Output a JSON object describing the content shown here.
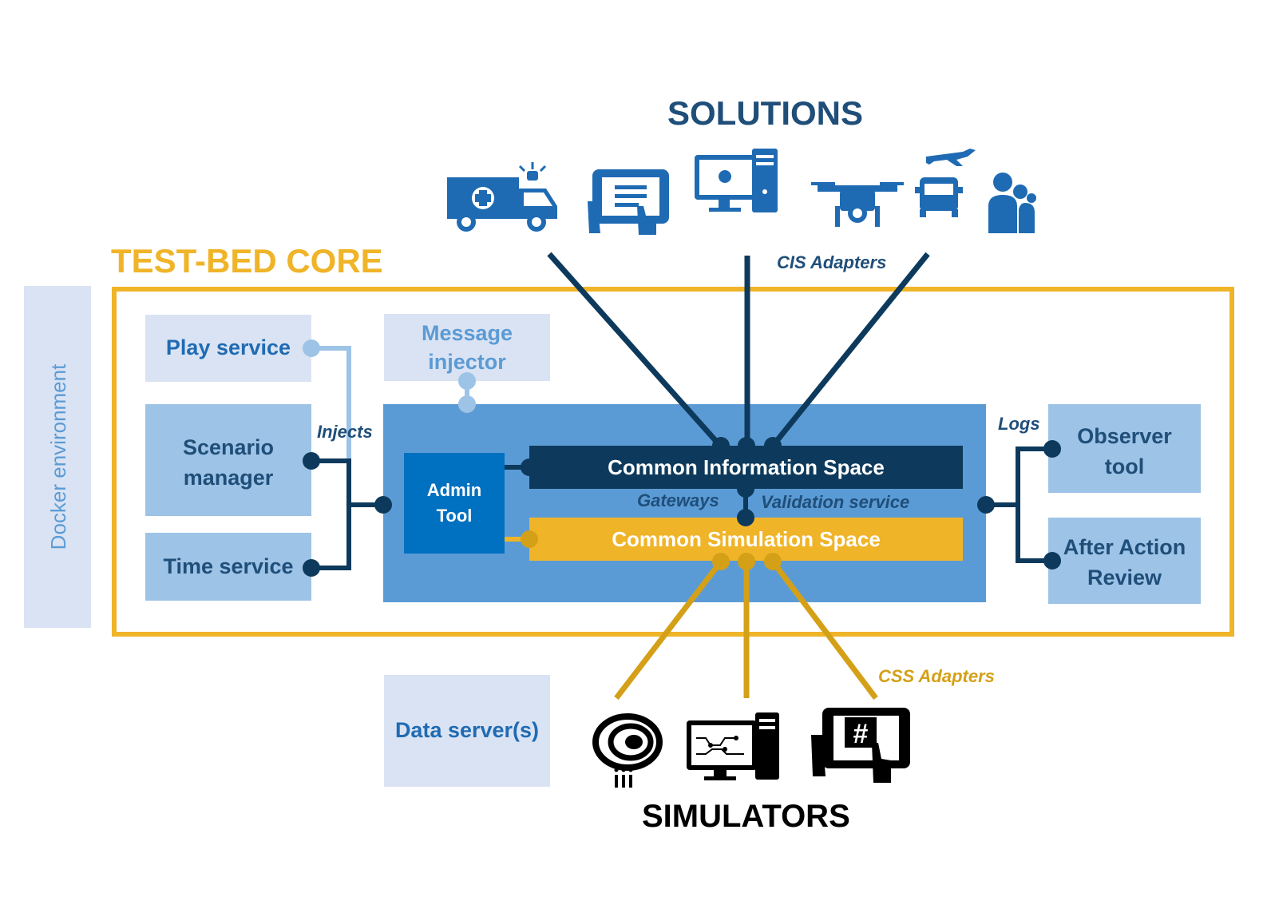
{
  "titles": {
    "solutions": "SOLUTIONS",
    "testbed_core": "TEST-BED CORE",
    "simulators": "SIMULATORS",
    "docker": "Docker environment"
  },
  "boxes": {
    "play_service": "Play service",
    "message_injector": [
      "Message",
      "injector"
    ],
    "scenario_manager": [
      "Scenario",
      "manager"
    ],
    "time_service": "Time service",
    "admin_tool": [
      "Admin",
      "Tool"
    ],
    "cis": "Common Information Space",
    "css": "Common Simulation Space",
    "observer_tool": [
      "Observer",
      "tool"
    ],
    "after_action_review": [
      "After Action",
      "Review"
    ],
    "data_servers": "Data server(s)"
  },
  "labels": {
    "injects": "Injects",
    "logs": "Logs",
    "gateways": "Gateways",
    "validation_service": "Validation service",
    "cis_adapters": "CIS Adapters",
    "css_adapters": "CSS Adapters"
  },
  "solution_icons": [
    "ambulance-icon",
    "tablet-touch-icon",
    "desktop-computer-icon",
    "drone-icon",
    "truck-plane-icon",
    "people-icon"
  ],
  "simulator_icons": [
    "spiral-logo-icon",
    "computer-simulation-icon",
    "tablet-hash-icon"
  ],
  "colors": {
    "dark_navy": "#0d3a5c",
    "medium_blue": "#1f6bb3",
    "core_blue": "#5b9bd5",
    "light_box": "#dae3f3",
    "mid_box": "#9dc3e6",
    "gold": "#f0b429",
    "css_line": "#d4a017",
    "admin_blue": "#0070c0"
  }
}
